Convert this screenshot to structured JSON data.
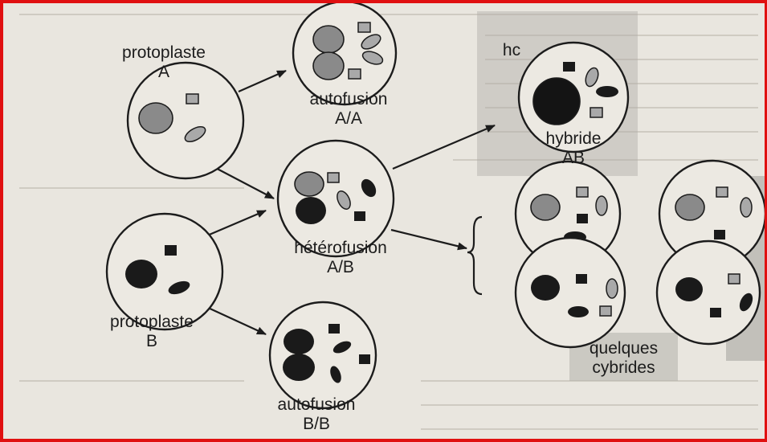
{
  "colors": {
    "border": "#e01010",
    "paper": "#e9e6df",
    "ink": "#1c1c1c",
    "nucleus_a": "#8a8a8a",
    "nucleus_b": "#1a1a1a",
    "shadow": "#9c9c9c"
  },
  "labels": {
    "protoplast_a_line1": "protoplaste",
    "protoplast_a_line2": "A",
    "autofusion_aa_line1": "autofusion",
    "autofusion_aa_line2": "A/A",
    "hc": "hc",
    "hybrid_line1": "hybride",
    "hybrid_line2": "AB",
    "heterofusion_line1": "hétérofusion",
    "heterofusion_line2": "A/B",
    "protoplast_b_line1": "protoplaste",
    "protoplast_b_line2": "B",
    "autofusion_bb_line1": "autofusion",
    "autofusion_bb_line2": "B/B",
    "cybrids_line1": "quelques",
    "cybrids_line2": "cybrides"
  }
}
